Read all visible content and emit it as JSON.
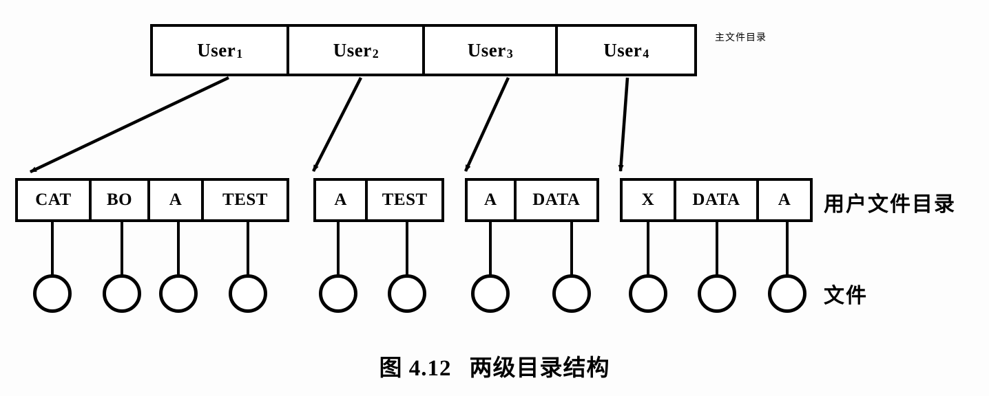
{
  "figure": {
    "caption_number": "图 4.12",
    "caption_title": "两级目录结构"
  },
  "annotations": {
    "master_directory_label": "主文件目录",
    "user_directory_label": "用户文件目录",
    "files_label": "文件"
  },
  "master_directory": {
    "entries": [
      {
        "name": "User",
        "index": "1"
      },
      {
        "name": "User",
        "index": "2"
      },
      {
        "name": "User",
        "index": "3"
      },
      {
        "name": "User",
        "index": "4"
      }
    ]
  },
  "user_directories": [
    {
      "owner": "User1",
      "entries": [
        "CAT",
        "BO",
        "A",
        "TEST"
      ]
    },
    {
      "owner": "User2",
      "entries": [
        "A",
        "TEST"
      ]
    },
    {
      "owner": "User3",
      "entries": [
        "A",
        "DATA"
      ]
    },
    {
      "owner": "User4",
      "entries": [
        "X",
        "DATA",
        "A"
      ]
    }
  ],
  "files": {
    "count": 11,
    "shape": "circle",
    "label": ""
  },
  "colors": {
    "ink": "#000000",
    "page": "#fdfdfd",
    "box_fill": "#ffffff"
  }
}
